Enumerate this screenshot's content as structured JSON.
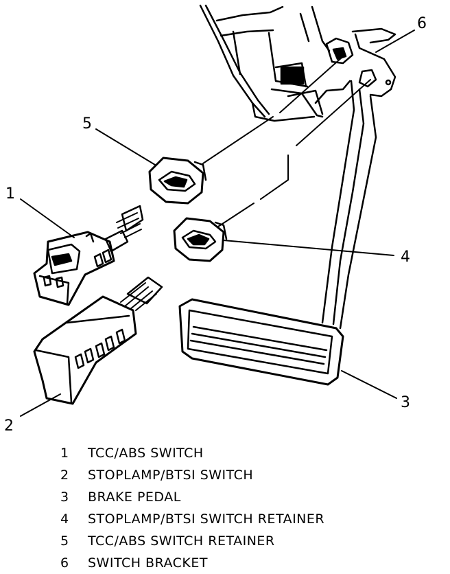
{
  "callouts": [
    "1",
    "2",
    "3",
    "4",
    "5",
    "6"
  ],
  "legend": [
    {
      "num": "1",
      "text": "TCC/ABS SWITCH"
    },
    {
      "num": "2",
      "text": "STOPLAMP/BTSI SWITCH"
    },
    {
      "num": "3",
      "text": "BRAKE PEDAL"
    },
    {
      "num": "4",
      "text": "STOPLAMP/BTSI SWITCH RETAINER"
    },
    {
      "num": "5",
      "text": "TCC/ABS SWITCH RETAINER"
    },
    {
      "num": "6",
      "text": "SWITCH BRACKET"
    }
  ],
  "colors": {
    "ink": "#000000",
    "paper": "#ffffff"
  }
}
